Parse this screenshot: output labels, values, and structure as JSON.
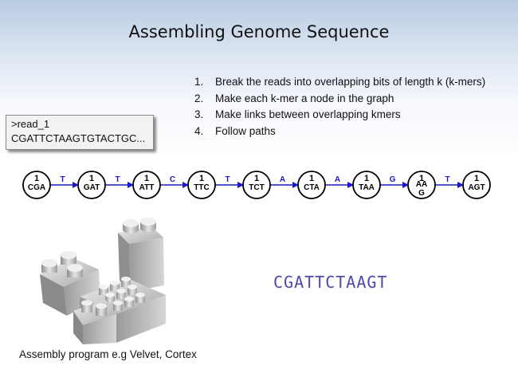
{
  "title": "Assembling Genome Sequence",
  "steps": [
    {
      "num": "1.",
      "text": "Break the reads into overlapping bits of length k (k-mers)"
    },
    {
      "num": "2.",
      "text": "Make each k-mer a node in the graph"
    },
    {
      "num": "3.",
      "text": "Make links between overlapping kmers"
    },
    {
      "num": "4.",
      "text": "Follow paths"
    }
  ],
  "read": {
    "name": ">read_1",
    "sequence": "CGATTCTAAGTGTACTGC..."
  },
  "graph": {
    "nodes": [
      {
        "kmer": "CGA",
        "count": "1"
      },
      {
        "kmer": "GAT",
        "count": "1"
      },
      {
        "kmer": "ATT",
        "count": "1"
      },
      {
        "kmer": "TTC",
        "count": "1"
      },
      {
        "kmer": "TCT",
        "count": "1"
      },
      {
        "kmer": "CTA",
        "count": "1"
      },
      {
        "kmer": "TAA",
        "count": "1"
      },
      {
        "kmer": "AAG",
        "count": "1"
      },
      {
        "kmer": "AGT",
        "count": "1"
      }
    ],
    "edges": [
      "T",
      "T",
      "C",
      "T",
      "A",
      "A",
      "G",
      "T"
    ],
    "node_color": "#000000",
    "edge_color": "#1a1acc"
  },
  "assembled": "CGATTCTAAGT",
  "caption": "Assembly program e.g Velvet, Cortex"
}
